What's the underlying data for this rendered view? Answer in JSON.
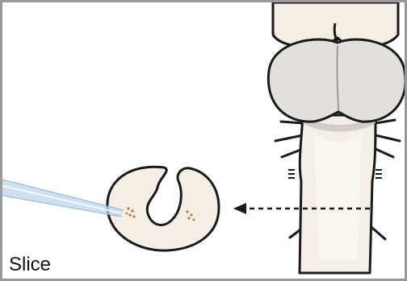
{
  "panel": {
    "label": "Slice"
  },
  "colors": {
    "border": "#9a9a9a",
    "outline": "#1a1a1a",
    "tissue": "#f3efe6",
    "cerebellum": "#e2e0dd",
    "neurons": "#b07a3a",
    "pipette": "#bcd6ea"
  },
  "illustration": {
    "structure": "brainstem-cerebellum-with-transverse-slice",
    "arrow_style": "dashed-left-arrow",
    "tool": "patch-pipette"
  }
}
